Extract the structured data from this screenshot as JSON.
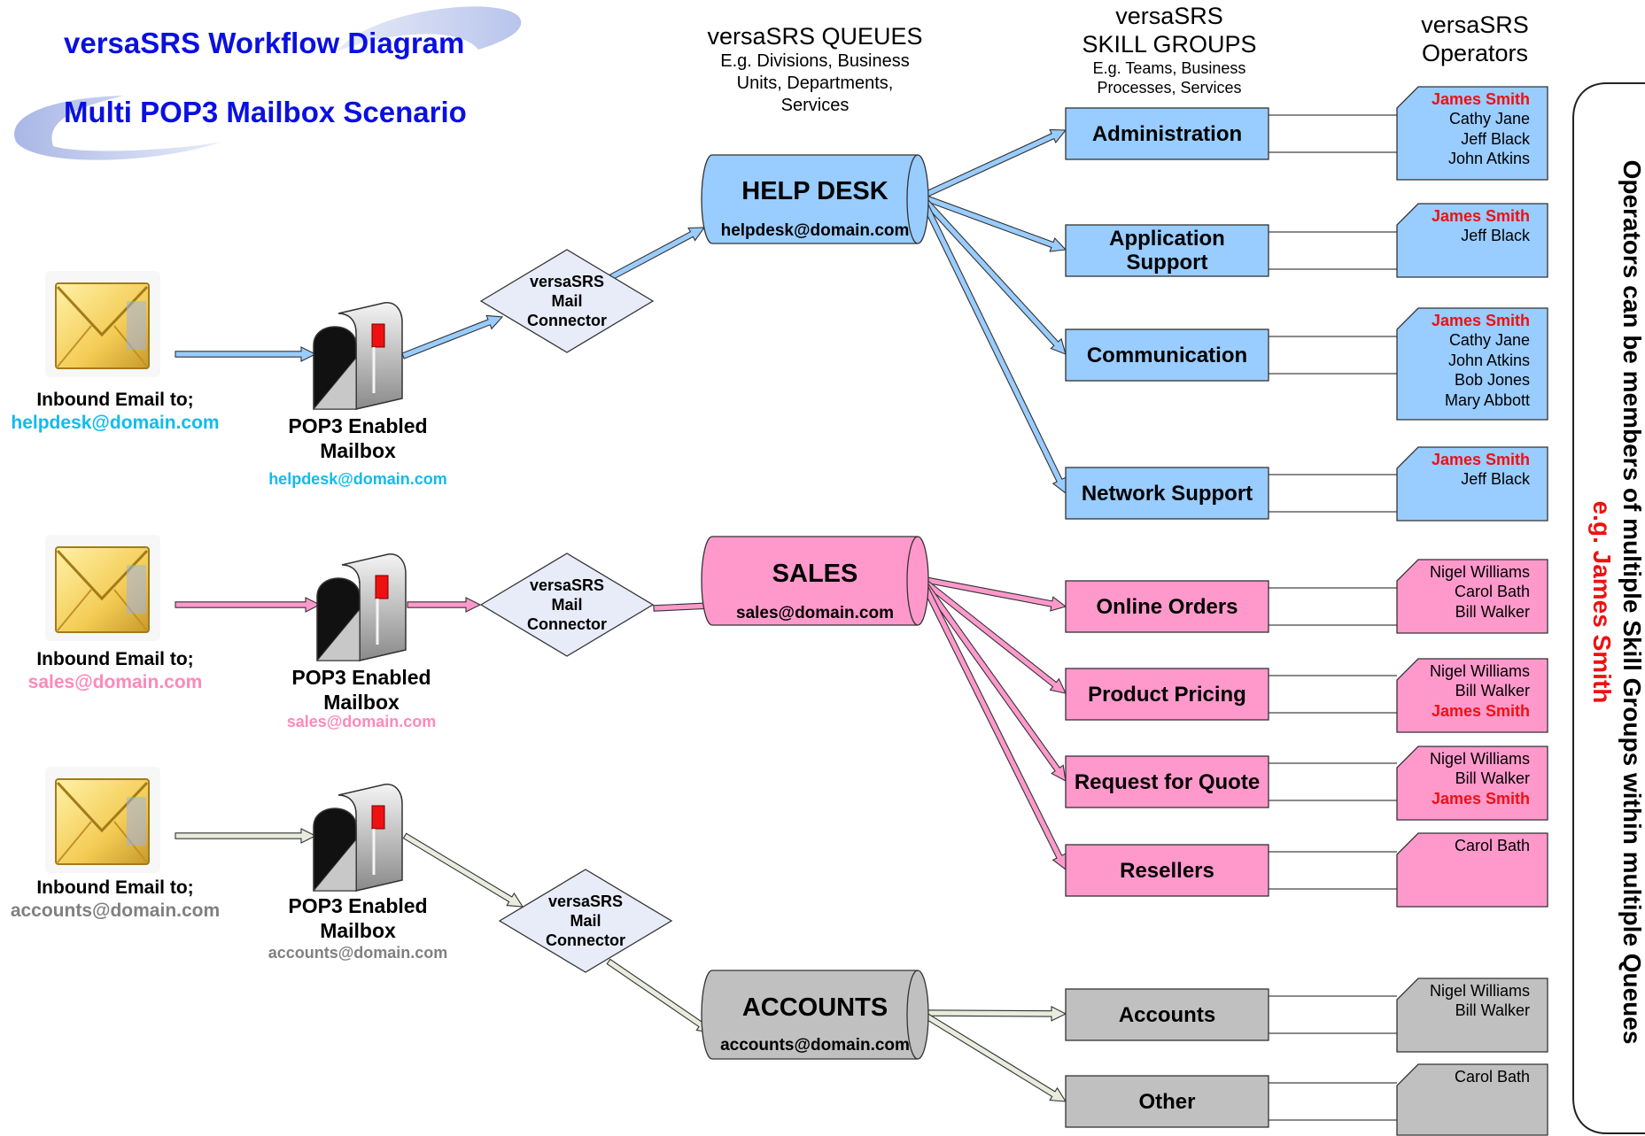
{
  "title": {
    "line1": "versaSRS Workflow Diagram",
    "line2": "Multi POP3 Mailbox Scenario"
  },
  "headers": {
    "queues": {
      "title": "versaSRS QUEUES",
      "subtitle": [
        "E.g. Divisions, Business",
        "Units, Departments,",
        "Services"
      ]
    },
    "skill_groups": {
      "title": [
        "versaSRS",
        "SKILL GROUPS"
      ],
      "subtitle": [
        "E.g. Teams, Business",
        "Processes, Services"
      ]
    },
    "operators": {
      "title": [
        "versaSRS",
        "Operators"
      ]
    }
  },
  "colors": {
    "helpdesk": "#99ccff",
    "sales": "#ff99cc",
    "accounts": "#c0c0c0",
    "title_blue": "#0a10e0",
    "highlight_red": "#ee1111",
    "helpdesk_addr": "#11bbee",
    "sales_addr": "#ff88bb",
    "accounts_addr": "#808080"
  },
  "rows": [
    {
      "key": "helpdesk",
      "inbound_label": "Inbound Email to;",
      "inbound_address": "helpdesk@domain.com",
      "mailbox_label": [
        "POP3 Enabled",
        "Mailbox"
      ],
      "mailbox_address": "helpdesk@domain.com",
      "connector": [
        "versaSRS",
        "Mail",
        "Connector"
      ],
      "queue_name": "HELP DESK",
      "queue_email": "helpdesk@domain.com",
      "skill_groups": [
        {
          "name": [
            "Administration"
          ],
          "operators": [
            {
              "name": "James Smith",
              "highlight": true
            },
            {
              "name": "Cathy Jane"
            },
            {
              "name": "Jeff Black"
            },
            {
              "name": "John Atkins"
            }
          ]
        },
        {
          "name": [
            "Application",
            "Support"
          ],
          "operators": [
            {
              "name": "James Smith",
              "highlight": true
            },
            {
              "name": "Jeff Black"
            }
          ]
        },
        {
          "name": [
            "Communication"
          ],
          "operators": [
            {
              "name": "James Smith",
              "highlight": true
            },
            {
              "name": "Cathy Jane"
            },
            {
              "name": "John Atkins"
            },
            {
              "name": "Bob Jones"
            },
            {
              "name": "Mary Abbott"
            }
          ]
        },
        {
          "name": [
            "Network Support"
          ],
          "operators": [
            {
              "name": "James Smith",
              "highlight": true
            },
            {
              "name": "Jeff Black"
            }
          ]
        }
      ]
    },
    {
      "key": "sales",
      "inbound_label": "Inbound Email to;",
      "inbound_address": "sales@domain.com",
      "mailbox_label": [
        "POP3 Enabled",
        "Mailbox"
      ],
      "mailbox_address": "sales@domain.com",
      "connector": [
        "versaSRS",
        "Mail",
        "Connector"
      ],
      "queue_name": "SALES",
      "queue_email": "sales@domain.com",
      "skill_groups": [
        {
          "name": [
            "Online Orders"
          ],
          "operators": [
            {
              "name": "Nigel Williams"
            },
            {
              "name": "Carol Bath"
            },
            {
              "name": "Bill Walker"
            }
          ]
        },
        {
          "name": [
            "Product Pricing"
          ],
          "operators": [
            {
              "name": "Nigel Williams"
            },
            {
              "name": "Bill Walker"
            },
            {
              "name": "James Smith",
              "highlight": true
            }
          ]
        },
        {
          "name": [
            "Request for Quote"
          ],
          "operators": [
            {
              "name": "Nigel Williams"
            },
            {
              "name": "Bill Walker"
            },
            {
              "name": "James Smith",
              "highlight": true
            }
          ]
        },
        {
          "name": [
            "Resellers"
          ],
          "operators": [
            {
              "name": "Carol Bath"
            }
          ]
        }
      ]
    },
    {
      "key": "accounts",
      "inbound_label": "Inbound Email to;",
      "inbound_address": "accounts@domain.com",
      "mailbox_label": [
        "POP3 Enabled",
        "Mailbox"
      ],
      "mailbox_address": "accounts@domain.com",
      "connector": [
        "versaSRS",
        "Mail",
        "Connector"
      ],
      "queue_name": "ACCOUNTS",
      "queue_email": "accounts@domain.com",
      "skill_groups": [
        {
          "name": [
            "Accounts"
          ],
          "operators": [
            {
              "name": "Nigel Williams"
            },
            {
              "name": "Bill Walker"
            }
          ]
        },
        {
          "name": [
            "Other"
          ],
          "operators": [
            {
              "name": "Carol Bath"
            }
          ]
        }
      ]
    }
  ],
  "side_note": {
    "line1": "Operators can be members of multiple Skill Groups within multiple Queues",
    "line2": "e.g. James Smith"
  },
  "icons": {
    "inbound": "envelope-icon",
    "mailbox": "mailbox-icon"
  }
}
